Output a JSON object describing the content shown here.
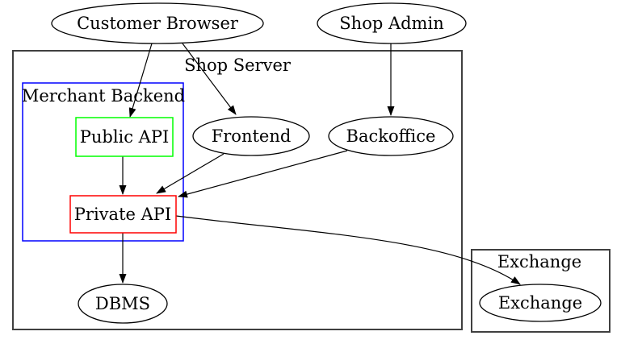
{
  "diagram": {
    "type": "graphviz-digraph",
    "background": "#ffffff",
    "edge_color": "#000000",
    "clusters": {
      "shop_server": {
        "label": "Shop Server",
        "border_color": "#404040"
      },
      "merchant_backend": {
        "label": "Merchant Backend",
        "border_color": "#0000ff"
      },
      "exchange": {
        "label": "Exchange",
        "border_color": "#404040"
      }
    },
    "nodes": {
      "customer_browser": {
        "label": "Customer Browser",
        "shape": "ellipse",
        "border_color": "#000000"
      },
      "shop_admin": {
        "label": "Shop Admin",
        "shape": "ellipse",
        "border_color": "#000000"
      },
      "public_api": {
        "label": "Public API",
        "shape": "box",
        "border_color": "#00ff00"
      },
      "frontend": {
        "label": "Frontend",
        "shape": "ellipse",
        "border_color": "#000000"
      },
      "backoffice": {
        "label": "Backoffice",
        "shape": "ellipse",
        "border_color": "#000000"
      },
      "private_api": {
        "label": "Private API",
        "shape": "box",
        "border_color": "#ff0000"
      },
      "dbms": {
        "label": "DBMS",
        "shape": "ellipse",
        "border_color": "#000000"
      },
      "exchange": {
        "label": "Exchange",
        "shape": "ellipse",
        "border_color": "#000000"
      }
    },
    "edges": [
      {
        "from": "customer_browser",
        "to": "public_api"
      },
      {
        "from": "customer_browser",
        "to": "frontend"
      },
      {
        "from": "shop_admin",
        "to": "backoffice"
      },
      {
        "from": "public_api",
        "to": "private_api"
      },
      {
        "from": "frontend",
        "to": "private_api"
      },
      {
        "from": "backoffice",
        "to": "private_api"
      },
      {
        "from": "private_api",
        "to": "dbms"
      },
      {
        "from": "private_api",
        "to": "exchange"
      }
    ]
  }
}
